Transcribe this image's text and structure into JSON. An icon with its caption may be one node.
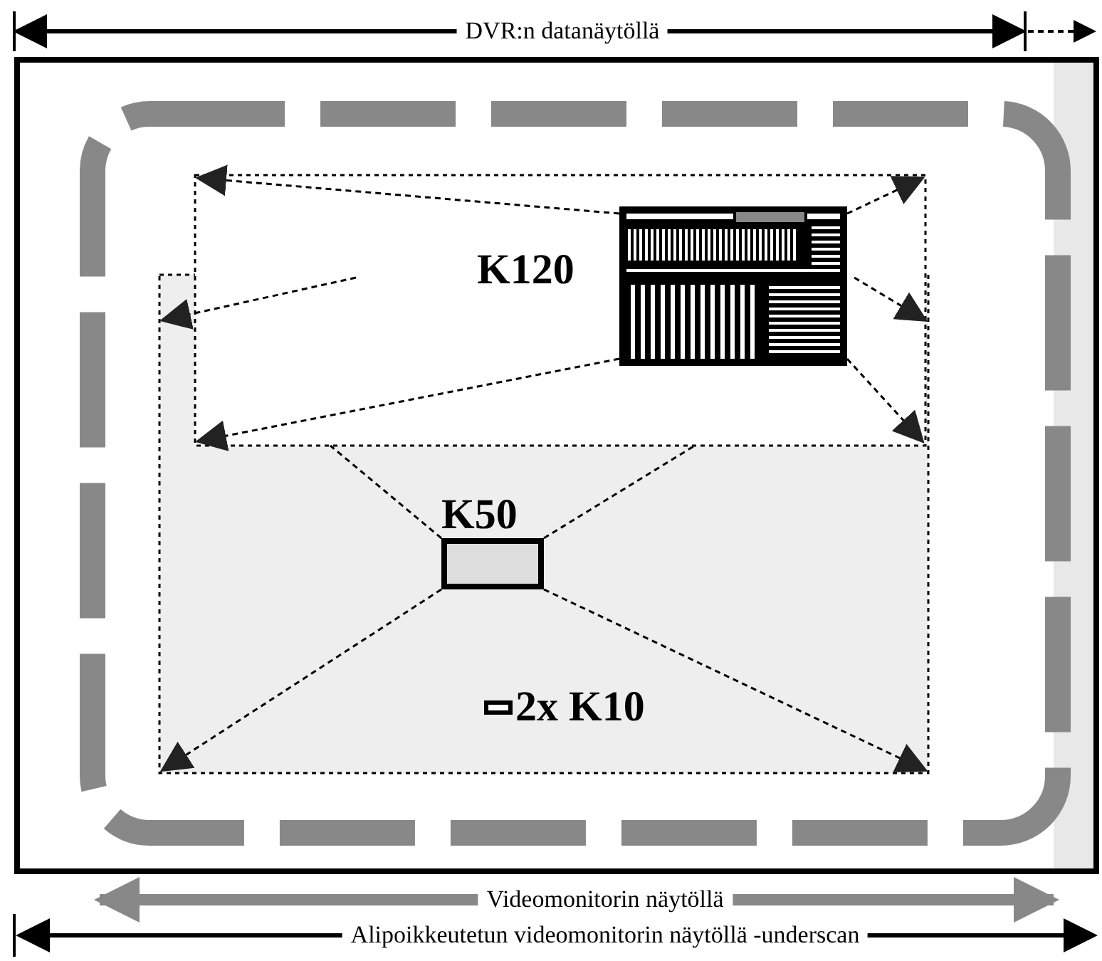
{
  "diagram": {
    "nodes": [
      {
        "text": [
          "K120"
        ]
      },
      {
        "text": [
          "K50"
        ]
      },
      {
        "text": [
          "2x K10"
        ]
      }
    ],
    "labels": [
      "DVR:n datanäytöllä",
      "Videomonitorin näytöllä",
      "Alipoikkeutetun videomonitorin näytöllä -underscan"
    ]
  }
}
